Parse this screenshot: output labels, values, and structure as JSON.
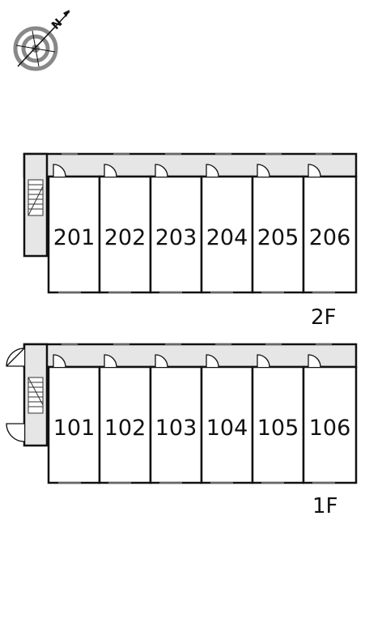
{
  "compass": {
    "letter": "N",
    "icon": "compass-rose-icon"
  },
  "floors": [
    {
      "label": "2F",
      "units": [
        "201",
        "202",
        "203",
        "204",
        "205",
        "206"
      ]
    },
    {
      "label": "1F",
      "units": [
        "101",
        "102",
        "103",
        "104",
        "105",
        "106"
      ]
    }
  ],
  "colors": {
    "wall": "#111111",
    "corridor": "#e6e6e6",
    "paper": "#ffffff"
  }
}
